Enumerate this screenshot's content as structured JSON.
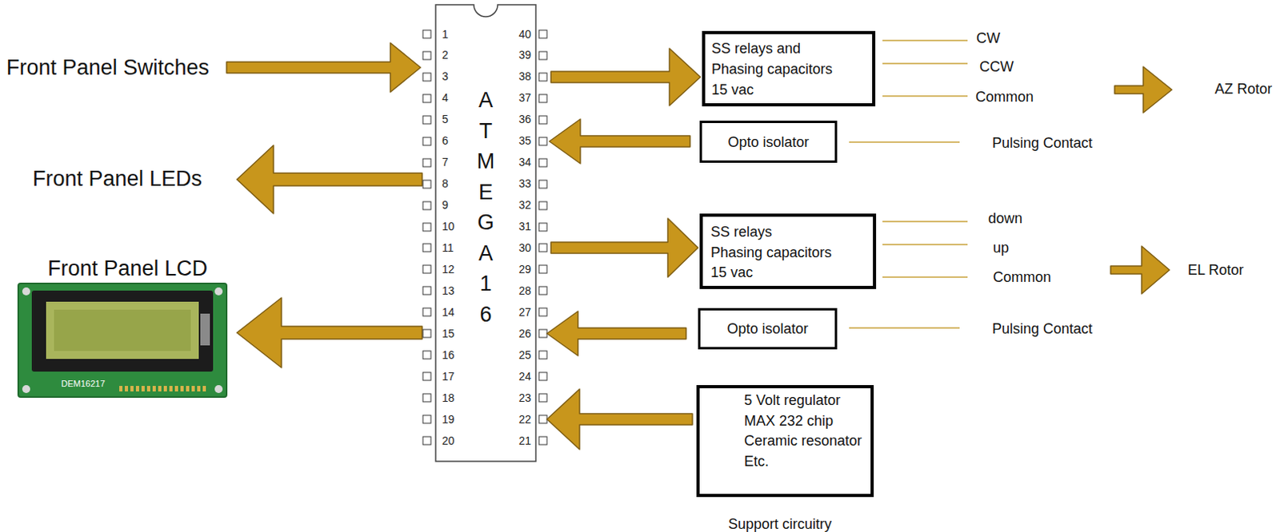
{
  "diagram": {
    "nodes": [
      {
        "text": [
          "ATMEGA16"
        ]
      },
      {
        "text": [
          "SS relays and",
          "Phasing capacitors",
          "15 vac"
        ]
      },
      {
        "text": [
          "Opto isolator"
        ]
      },
      {
        "text": [
          "SS relays",
          "Phasing capacitors",
          "15 vac"
        ]
      },
      {
        "text": [
          "Opto isolator"
        ]
      },
      {
        "text": [
          "5 Volt regulator",
          "MAX 232 chip",
          "Ceramic resonator",
          "Etc.",
          "Support circuitry"
        ]
      }
    ],
    "edges": [
      {
        "from": 0,
        "to": 1,
        "arrow": "to"
      },
      {
        "from": 2,
        "to": 0,
        "arrow": "to"
      },
      {
        "from": 0,
        "to": 3,
        "arrow": "to"
      },
      {
        "from": 4,
        "to": 0,
        "arrow": "to"
      },
      {
        "from": 5,
        "to": 0,
        "arrow": "to"
      }
    ],
    "labels": [
      "Front Panel Switches",
      "Front Panel LEDs",
      "Front Panel LCD",
      "DEM16217",
      "CW",
      "CCW",
      "Common",
      "AZ Rotor",
      "Pulsing Contact",
      "down",
      "up",
      "Common",
      "EL Rotor",
      "Pulsing Contact",
      "1",
      "40",
      "2",
      "39",
      "3",
      "38",
      "4",
      "37",
      "5",
      "36",
      "6",
      "35",
      "7",
      "34",
      "8",
      "33",
      "9",
      "32",
      "10",
      "31",
      "11",
      "30",
      "12",
      "29",
      "13",
      "28",
      "14",
      "27",
      "15",
      "26",
      "16",
      "25",
      "17",
      "24",
      "18",
      "23",
      "19",
      "22",
      "20",
      "21"
    ]
  }
}
